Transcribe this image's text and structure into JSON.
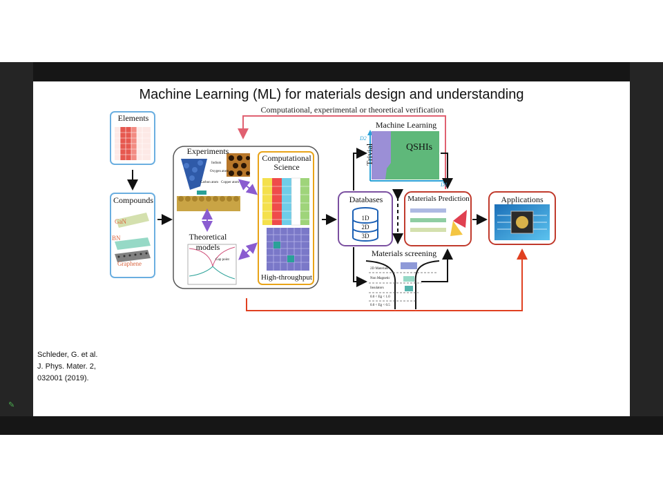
{
  "slide": {
    "title": "Machine Learning (ML) for materials design and understanding",
    "subtitle": "Computational, experimental or theoretical verification",
    "citation": {
      "line1": "Schleder, G. et al.",
      "line2": "J. Phys. Mater. 2,",
      "line3": "032001 (2019)."
    }
  },
  "nodes": {
    "elements": "Elements",
    "compounds": "Compounds",
    "compound_labels": [
      "GaN",
      "BN",
      "Graphene"
    ],
    "experiments": "Experiments",
    "experiment_atoms": [
      "Indium",
      "Oxygen atom",
      "Carbon atom",
      "Copper atom"
    ],
    "computational_science": "Computational Science",
    "high_throughput": "High-throughput",
    "theoretical_models": "Theoretical models",
    "theory_plot_label": "Gap point",
    "databases": "Databases",
    "db_levels": [
      "1D",
      "2D",
      "3D"
    ],
    "machine_learning": "Machine Learning",
    "ml_classes": [
      "Trivial",
      "QSHIs"
    ],
    "ml_axes": [
      "D2",
      "D1"
    ],
    "materials_prediction": "Materials Prediction",
    "materials_screening": "Materials screening",
    "screening_levels": [
      "2D Materials",
      "Non Magnetic",
      "Insulators",
      "0.0 < Eg < 1.0",
      "0.0 < Eg < 0.5"
    ],
    "applications": "Applications"
  },
  "colors": {
    "elements_border": "#6aaee0",
    "computational_border": "#e8a317",
    "databases_border": "#7a4fa0",
    "ml_border": "#2aa1d6",
    "prediction_border": "#c0392b",
    "feedback_arrow": "#e06070",
    "applications_arrow": "#e04020",
    "ml_trivial": "#9b8fd6",
    "ml_qshi": "#5fb87a"
  }
}
